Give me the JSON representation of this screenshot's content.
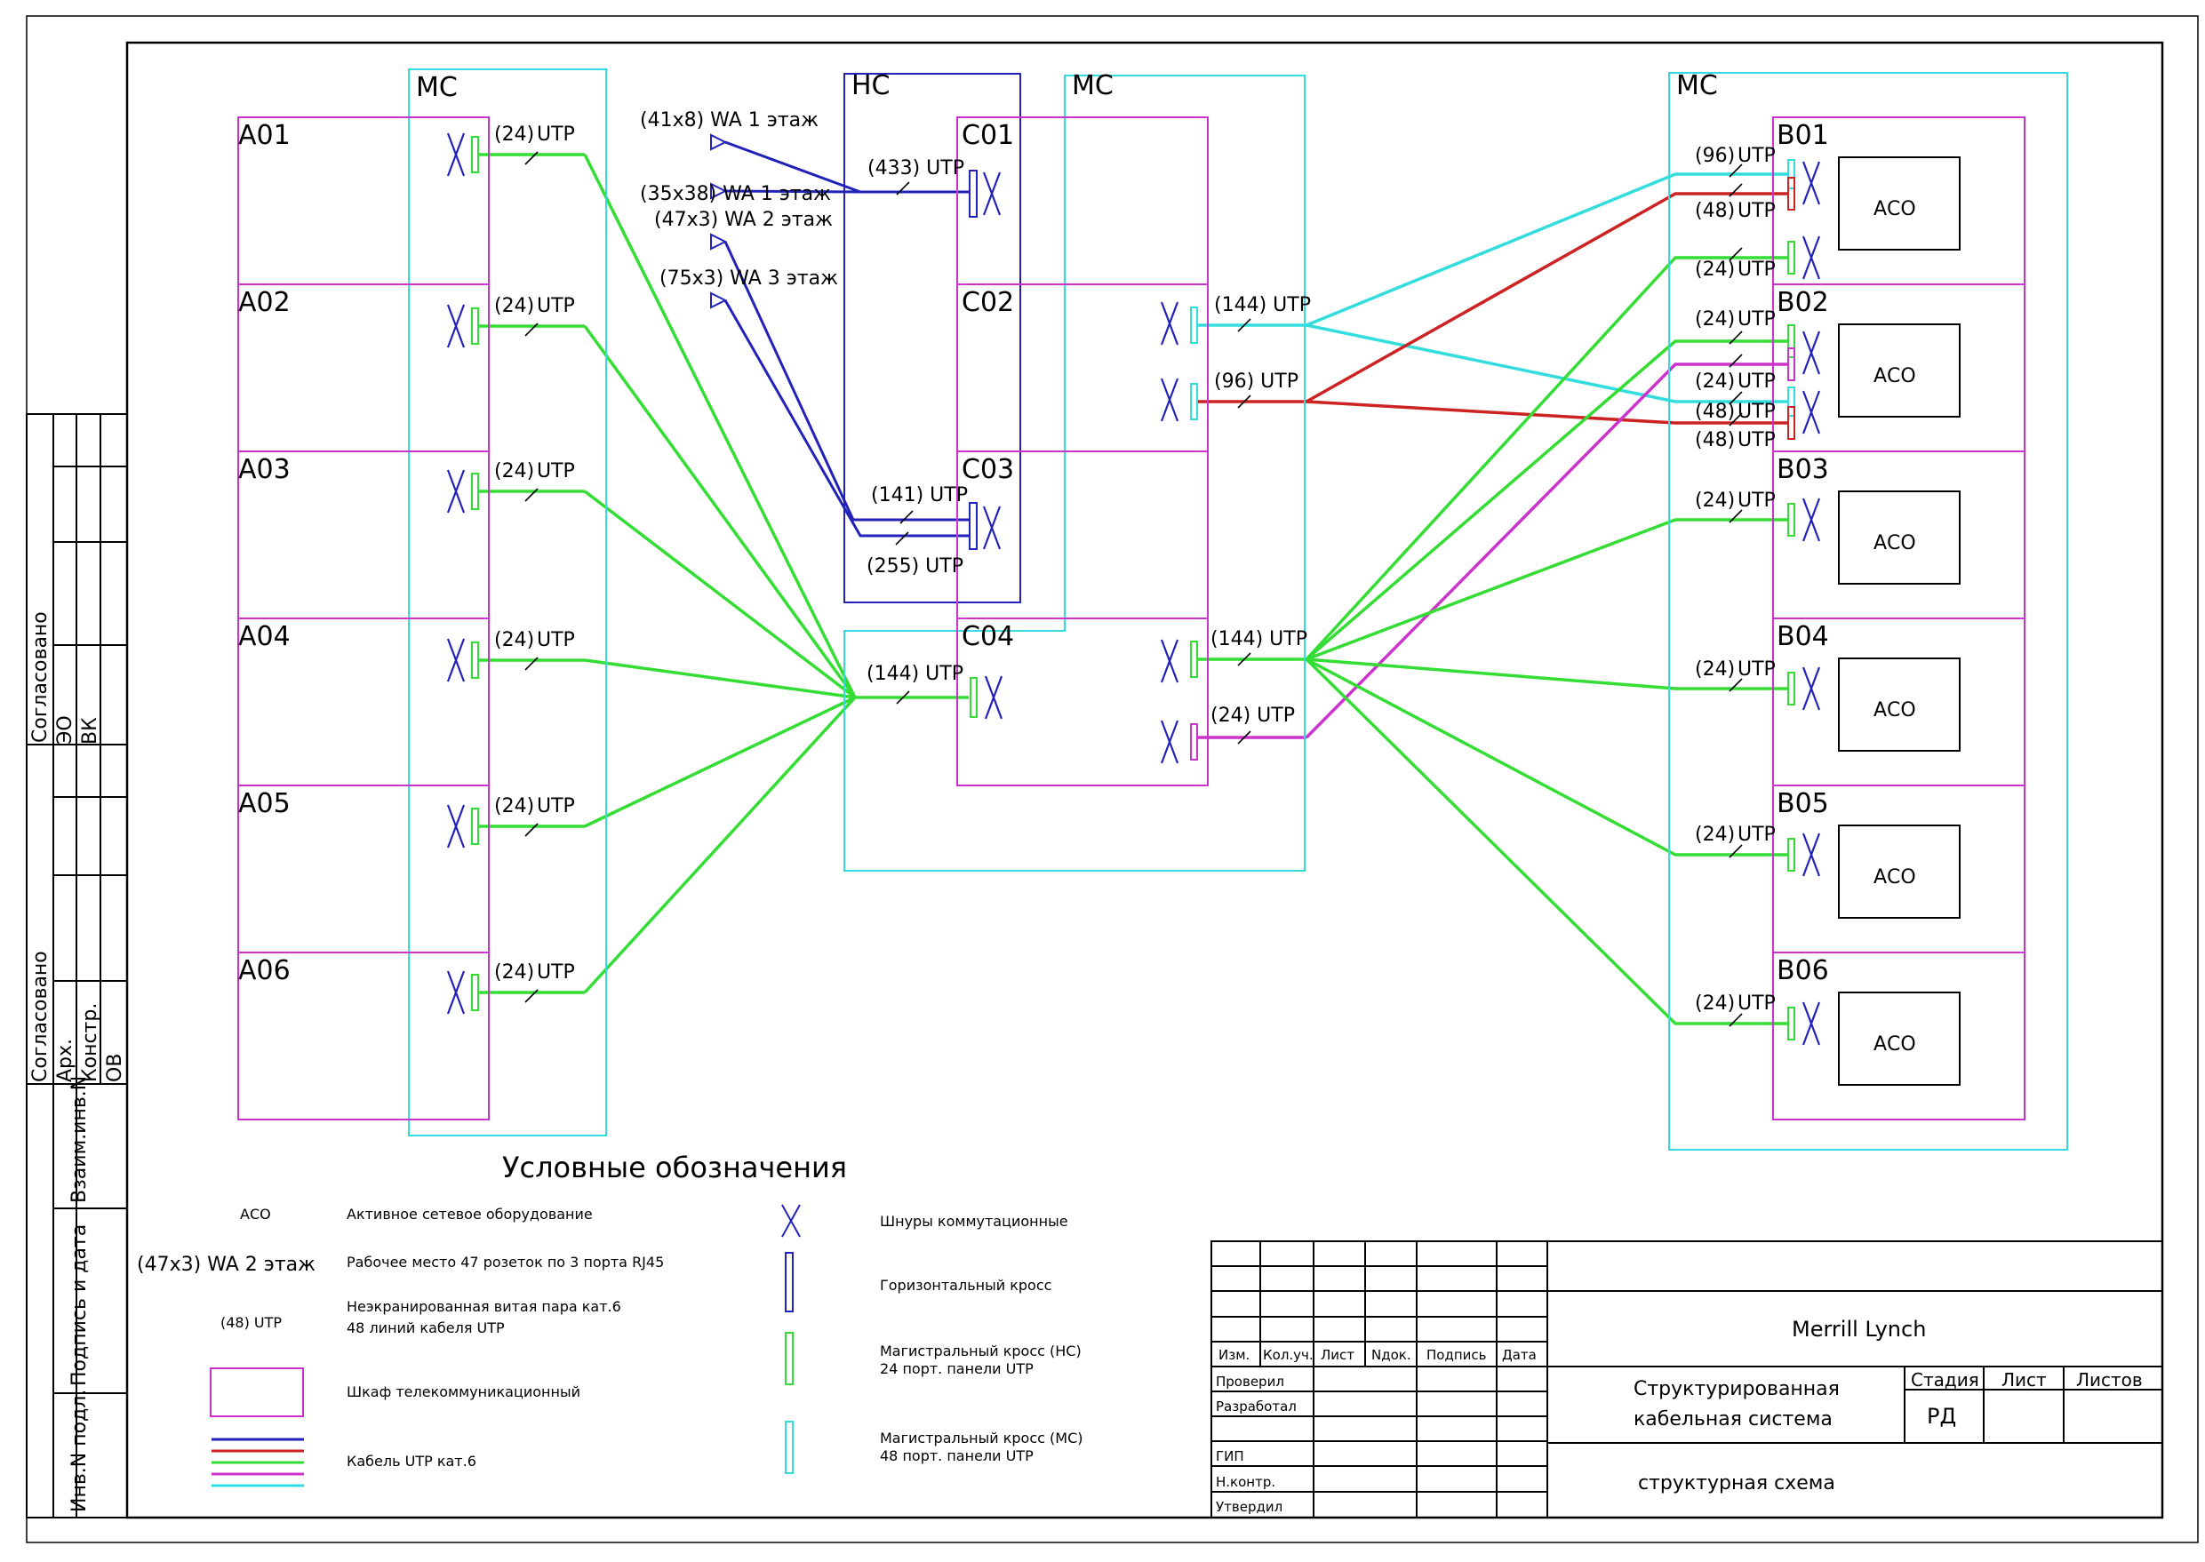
{
  "colors": {
    "cabinet": "#cc33cc",
    "ms": "#33dddd",
    "hc": "#2222bb",
    "green": "#33dd33",
    "red": "#cc2222",
    "cyan": "#33dddd",
    "magenta": "#cc33cc",
    "blue": "#2222bb",
    "cord": "#2222bb"
  },
  "zones": {
    "ms": "МС",
    "hc": "НС"
  },
  "a_cabinets": [
    {
      "id": "A01",
      "cable": "(24)",
      "type": "UTP"
    },
    {
      "id": "A02",
      "cable": "(24)",
      "type": "UTP"
    },
    {
      "id": "A03",
      "cable": "(24)",
      "type": "UTP"
    },
    {
      "id": "A04",
      "cable": "(24)",
      "type": "UTP"
    },
    {
      "id": "A05",
      "cable": "(24)",
      "type": "UTP"
    },
    {
      "id": "A06",
      "cable": "(24)",
      "type": "UTP"
    }
  ],
  "b_cabinets": [
    "B01",
    "B02",
    "B03",
    "B04",
    "B05",
    "B06"
  ],
  "aco": "АСО",
  "c_cabinets": [
    "C01",
    "C02",
    "C03",
    "C04"
  ],
  "workplaces": [
    "(41x8) WA 1 этаж",
    "(35x38) WA 1 этаж",
    "(47x3) WA 2 этаж",
    "(75x3) WA 3 этаж"
  ],
  "c_cables": {
    "c01": "(433) UTP",
    "c03a": "(141) UTP",
    "c03b": "(255) UTP",
    "c04in": "(144) UTP",
    "c02a": "(144) UTP",
    "c02b": "(96) UTP",
    "c04a": "(144) UTP",
    "c04b": "(24) UTP"
  },
  "b_cables": [
    {
      "count": "(96)",
      "type": "UTP"
    },
    {
      "count": "(48)",
      "type": "UTP"
    },
    {
      "count": "(24)",
      "type": "UTP"
    },
    {
      "count": "(24)",
      "type": "UTP"
    },
    {
      "count": "(24)",
      "type": "UTP"
    },
    {
      "count": "(48)",
      "type": "UTP"
    },
    {
      "count": "(48)",
      "type": "UTP"
    },
    {
      "count": "(24)",
      "type": "UTP"
    },
    {
      "count": "(24)",
      "type": "UTP"
    },
    {
      "count": "(24)",
      "type": "UTP"
    },
    {
      "count": "(24)",
      "type": "UTP"
    }
  ],
  "legend": {
    "title": "Условные обозначения",
    "aco_symbol": "АСО",
    "aco_desc": "Активное сетевое оборудование",
    "wa_symbol": "(47x3) WA 2 этаж",
    "wa_desc": "Рабочее место 47 розеток по 3 порта RJ45",
    "utp_symbol": "(48) UTP",
    "utp_desc_1": "Неэкранированная витая пара кат.6",
    "utp_desc_2": "48 линий кабеля UTP",
    "cabinet_desc": "Шкаф телекоммуникационный",
    "cable_desc": "Кабель UTP кат.6",
    "cords_desc": "Шнуры коммутационные",
    "hcross_desc": "Горизонтальный кросс",
    "mhc_desc_1": "Магистральный кросс (НС)",
    "mhc_desc_2": "24 порт. панели UTP",
    "mms_desc_1": "Магистральный кросс (МС)",
    "mms_desc_2": "48 порт. панели UTP"
  },
  "side_stamp": {
    "agreed_1": "Согласовано",
    "agreed_2": "Согласовано",
    "eo": "ЭО",
    "vk": "ВК",
    "arch": "Арх.",
    "konstr": "Констр.",
    "ov": "ОВ",
    "vzam": "Взаим.инв.N",
    "podpis": "Подпись и дата",
    "inv": "Инв.N подл."
  },
  "title_block": {
    "col_izm": "Изм.",
    "col_kol": "Кол.уч.",
    "col_list": "Лист",
    "col_ndok": "Nдок.",
    "col_podpis": "Подпись",
    "col_data": "Дата",
    "row_checked": "Проверил",
    "row_developed": "Разработал",
    "row_gip": "ГИП",
    "row_nkontr": "Н.контр.",
    "row_approved": "Утвердил",
    "company": "Merrill Lynch",
    "title_1": "Структурированная",
    "title_2": "кабельная система",
    "sheet_title": "структурная схема",
    "stage_label": "Стадия",
    "sheet_label": "Лист",
    "sheets_label": "Листов",
    "stage_value": "РД"
  }
}
